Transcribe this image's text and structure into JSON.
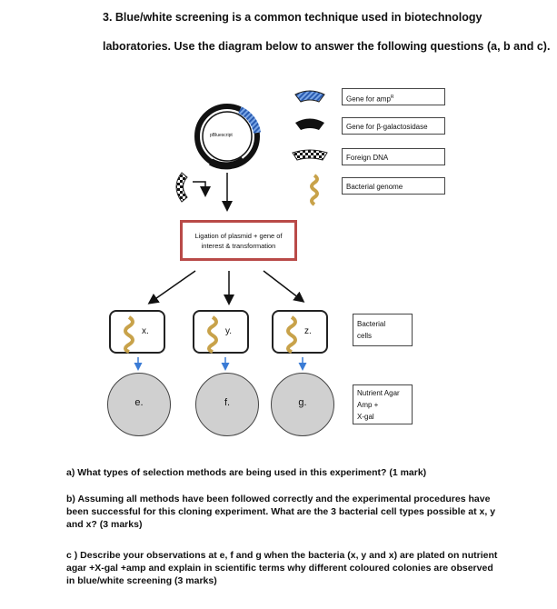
{
  "header": {
    "line1": "3. Blue/white screening is a common technique used in biotechnology",
    "line2": "laboratories. Use the diagram below to answer the following questions (a, b and c)."
  },
  "legend": {
    "amp_prefix": "Gene for amp",
    "amp_sup": "R",
    "galactosidase": "Gene for β-galactosidase",
    "foreign_dna": "Foreign DNA",
    "bacterial_genome": "Bacterial genome"
  },
  "plasmid_label": "pBluescript",
  "step": {
    "line1": "Ligation of plasmid + gene of",
    "line2": "interest & transformation"
  },
  "cells": {
    "x_label": "x.",
    "y_label": "y.",
    "z_label": "z."
  },
  "bacterial_cells": {
    "line1": "Bacterial",
    "line2": "cells"
  },
  "plates": {
    "e_label": "e.",
    "f_label": "f.",
    "g_label": "g."
  },
  "agar": {
    "line1": "Nutrient Agar",
    "line2": "Amp +",
    "line3": "X-gal"
  },
  "questions": {
    "a": "a) What types of selection methods are being used in this experiment? (1 mark)",
    "b": "b) Assuming all methods have been followed correctly and the experimental procedures have been successful for this cloning experiment. What are the 3 bacterial cell types possible at x, y and x? (3 marks)",
    "c": "c ) Describe your observations at e, f and g when the bacteria (x, y and x) are plated on nutrient agar +X-gal +amp and explain in scientific terms why different coloured colonies are observed in blue/white screening (3 marks)"
  },
  "colors": {
    "amp_gene": "#7aa6e6",
    "box_border": "#b94a48",
    "plate": "#d0d0d0",
    "arrow_blue": "#3a7bd5"
  }
}
